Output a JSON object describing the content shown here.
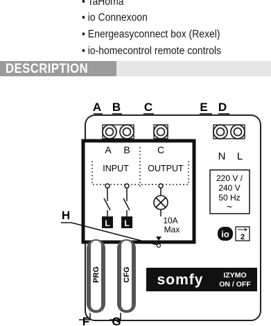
{
  "bullets": [
    "• TaHoma",
    "• io Connexoon",
    "• Energeasyconnect box (Rexel)",
    "• io-homecontrol remote controls"
  ],
  "section": {
    "title": "DESCRIPTION"
  },
  "callouts": {
    "a": "A",
    "b": "B",
    "c": "C",
    "d": "D",
    "e": "E",
    "f": "F",
    "g": "G",
    "h": "H"
  },
  "terminals": {
    "a": "A",
    "b": "B",
    "c": "C",
    "n": "N",
    "l": "L"
  },
  "panel": {
    "input": "INPUT",
    "output": "OUTPUT",
    "rating_line1": "10A",
    "rating_line2": "Max",
    "switch_mark": "L"
  },
  "voltage": {
    "line1": "220 V /",
    "line2": "240 V",
    "line3": "50 Hz",
    "wave": "~"
  },
  "buttons": {
    "prg": "PRG",
    "cfg": "CFG"
  },
  "badges": {
    "io": "io",
    "two": "2"
  },
  "brand": {
    "logo": "somfy",
    "model_line1": "IZYMO",
    "model_line2": "ON / OFF"
  }
}
